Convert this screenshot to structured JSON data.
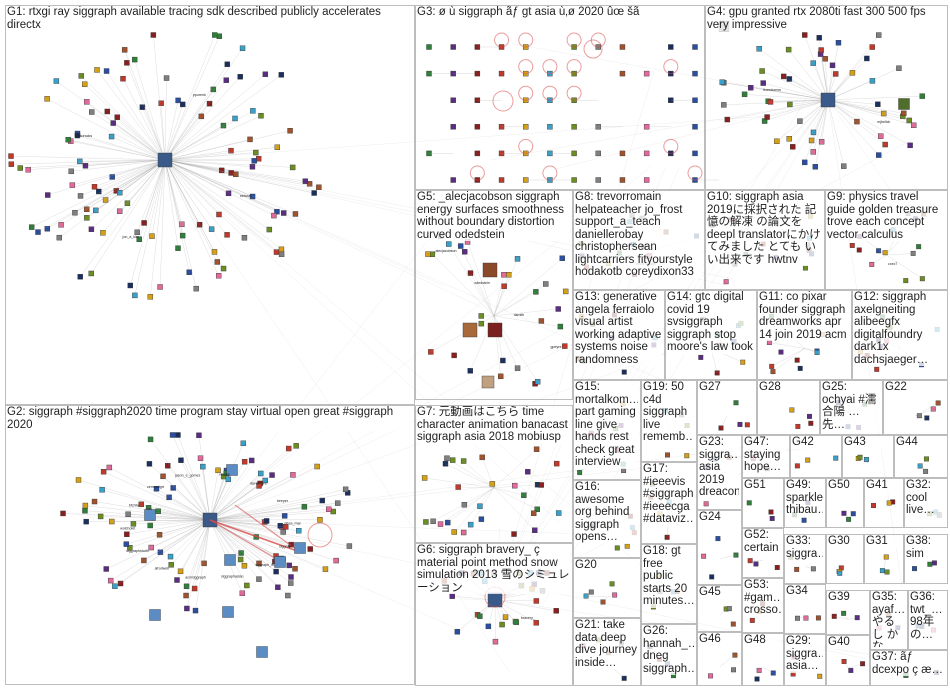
{
  "colors": {
    "panel_border": "#bdbdbd",
    "edge": "#9a9a9a",
    "self_loop": "#d94a4a",
    "node_palette": [
      "#1b2f5e",
      "#2b4fa0",
      "#2f7f3a",
      "#5a2d82",
      "#8a1f1f",
      "#c0392b",
      "#d4a017",
      "#3aa0c8",
      "#6b8e23",
      "#7f7f7f",
      "#a0522d",
      "#e06a9a"
    ]
  },
  "groups": [
    {
      "id": "G1",
      "label": "G1: rtxgi ray siggraph available tracing sdk described publicly accelerates directx",
      "nodes": [
        {
          "name": "eeturan"
        },
        {
          "name": "jon_a_kim"
        },
        {
          "name": "pesurocks"
        },
        {
          "name": "ppurenk"
        }
      ]
    },
    {
      "id": "G2",
      "label": "G2: siggraph #siggraph2020 time program stay virtual open great #siggraph 2020",
      "nodes": [
        {
          "name": "siggraph"
        },
        {
          "name": "siggraph_is"
        },
        {
          "name": "siggraphasian"
        },
        {
          "name": "acmsiggraph"
        },
        {
          "name": "afrodwell"
        },
        {
          "name": "siggraphstudn"
        },
        {
          "name": "wotchokit"
        },
        {
          "name": "bfchtw"
        },
        {
          "name": "cemmetgrt"
        },
        {
          "name": "jason_e_gomez"
        },
        {
          "name": "vishaly"
        },
        {
          "name": "davidmarc"
        },
        {
          "name": "beeper"
        },
        {
          "name": "ofrea_rhal"
        }
      ]
    },
    {
      "id": "G3",
      "label": "G3: ø ù siggraph ãƒ gt asia ù‚ø 2020 ûœ šã",
      "nodes": []
    },
    {
      "id": "G4",
      "label": "G4: gpu granted rtx 2080ti fast 300 500 fps very impressive",
      "nodes": [
        {
          "name": "mjbelick"
        },
        {
          "name": "theedumvn"
        }
      ]
    },
    {
      "id": "G5",
      "label": "G5: _alecjacobson siggraph energy surfaces smoothness without boundary distortion curved odedstein",
      "nodes": [
        {
          "name": "_alecjacobson"
        },
        {
          "name": "odedstein"
        },
        {
          "name": "dsmith"
        },
        {
          "name": "gpeyre"
        }
      ]
    },
    {
      "id": "G6",
      "label": "G6: siggraph bravery_ ç material point method snow simulation 2013 雪のシミュレーション",
      "nodes": [
        {
          "name": "bravery_"
        }
      ]
    },
    {
      "id": "G7",
      "label": "G7: 元動画はこちら time character animation banacast siggraph asia 2018 mobiusp",
      "nodes": []
    },
    {
      "id": "G8",
      "label": "G8: trevorromain helpateacher jo_frost support_a_teach daniellerobay christophersean lightcarriers fityourstyle hodakotb coreydixon33",
      "nodes": [
        {
          "name": "trevorromain"
        }
      ]
    },
    {
      "id": "G9",
      "label": "G9: physics travel guide golden treasure trove each concept vector calculus",
      "nodes": [
        {
          "name": "cxxx7"
        }
      ]
    },
    {
      "id": "G10",
      "label": "G10: siggraph asia 2019に採択された 記憶の解凍 の論文を deepl translatorにかけてみました とても いい出来です hwtnv",
      "nodes": []
    },
    {
      "id": "G11",
      "label": "G11: co pixar founder siggraph dreamworks apr 14 join 2019 acm",
      "nodes": []
    },
    {
      "id": "G12",
      "label": "G12: siggraph axelgneiting alibeegfx digitalfoundry dark1x dachsjaeger…",
      "nodes": []
    },
    {
      "id": "G13",
      "label": "G13: generative angela ferraiolo visual artist working adaptive systems noise randomness",
      "nodes": []
    },
    {
      "id": "G14",
      "label": "G14: gtc digital covid 19 svsiggraph siggraph stop moore's law took",
      "nodes": []
    },
    {
      "id": "G15",
      "label": "G15: mortalkom… part gaming line give hands rest check great interview",
      "nodes": []
    },
    {
      "id": "G16",
      "label": "G16: awesome org behind siggraph opens…",
      "nodes": []
    },
    {
      "id": "G17",
      "label": "G17: #ieeevis #siggraph #ieeecga #dataviz…",
      "nodes": []
    },
    {
      "id": "G18",
      "label": "G18: gt free public starts 20 minutes…",
      "nodes": []
    },
    {
      "id": "G19",
      "label": "G19: 50 c4d siggraph live rememb…",
      "nodes": []
    },
    {
      "id": "G20",
      "label": "G20",
      "nodes": []
    },
    {
      "id": "G21",
      "label": "G21: take data deep dive journey inside…",
      "nodes": []
    },
    {
      "id": "G22",
      "label": "G22",
      "nodes": []
    },
    {
      "id": "G23",
      "label": "G23: siggra… asia 2019 dreacon…",
      "nodes": []
    },
    {
      "id": "G24",
      "label": "G24",
      "nodes": []
    },
    {
      "id": "G25",
      "label": "G25: ochyai #濡 合陽 … 先…",
      "nodes": []
    },
    {
      "id": "G26",
      "label": "G26: hannah_… dneg siggraph…",
      "nodes": []
    },
    {
      "id": "G27",
      "label": "G27",
      "nodes": []
    },
    {
      "id": "G28",
      "label": "G28",
      "nodes": []
    },
    {
      "id": "G29",
      "label": "G29: siggra… asia…",
      "nodes": []
    },
    {
      "id": "G30",
      "label": "G30",
      "nodes": []
    },
    {
      "id": "G31",
      "label": "G31",
      "nodes": []
    },
    {
      "id": "G32",
      "label": "G32: cool live…",
      "nodes": []
    },
    {
      "id": "G33",
      "label": "G33: siggra…",
      "nodes": []
    },
    {
      "id": "G34",
      "label": "G34",
      "nodes": []
    },
    {
      "id": "G35",
      "label": "G35: ayaf… やるし かな…",
      "nodes": []
    },
    {
      "id": "G36",
      "label": "G36: twt_… 98年 の…",
      "nodes": []
    },
    {
      "id": "G37",
      "label": "G37: ãƒ dcexpo ç æ…",
      "nodes": []
    },
    {
      "id": "G38",
      "label": "G38: sim",
      "nodes": []
    },
    {
      "id": "G39",
      "label": "G39",
      "nodes": []
    },
    {
      "id": "G40",
      "label": "G40",
      "nodes": []
    },
    {
      "id": "G41",
      "label": "G41",
      "nodes": []
    },
    {
      "id": "G42",
      "label": "G42",
      "nodes": []
    },
    {
      "id": "G43",
      "label": "G43",
      "nodes": []
    },
    {
      "id": "G44",
      "label": "G44",
      "nodes": []
    },
    {
      "id": "G45",
      "label": "G45",
      "nodes": []
    },
    {
      "id": "G46",
      "label": "G46",
      "nodes": []
    },
    {
      "id": "G47",
      "label": "G47: staying hope…",
      "nodes": []
    },
    {
      "id": "G48",
      "label": "G48",
      "nodes": []
    },
    {
      "id": "G49",
      "label": "G49: sparkle thibau…",
      "nodes": []
    },
    {
      "id": "G50",
      "label": "G50",
      "nodes": []
    },
    {
      "id": "G51",
      "label": "G51",
      "nodes": []
    },
    {
      "id": "G52",
      "label": "G52: certain",
      "nodes": []
    },
    {
      "id": "G53",
      "label": "G53: #gam… crosso…",
      "nodes": []
    }
  ]
}
